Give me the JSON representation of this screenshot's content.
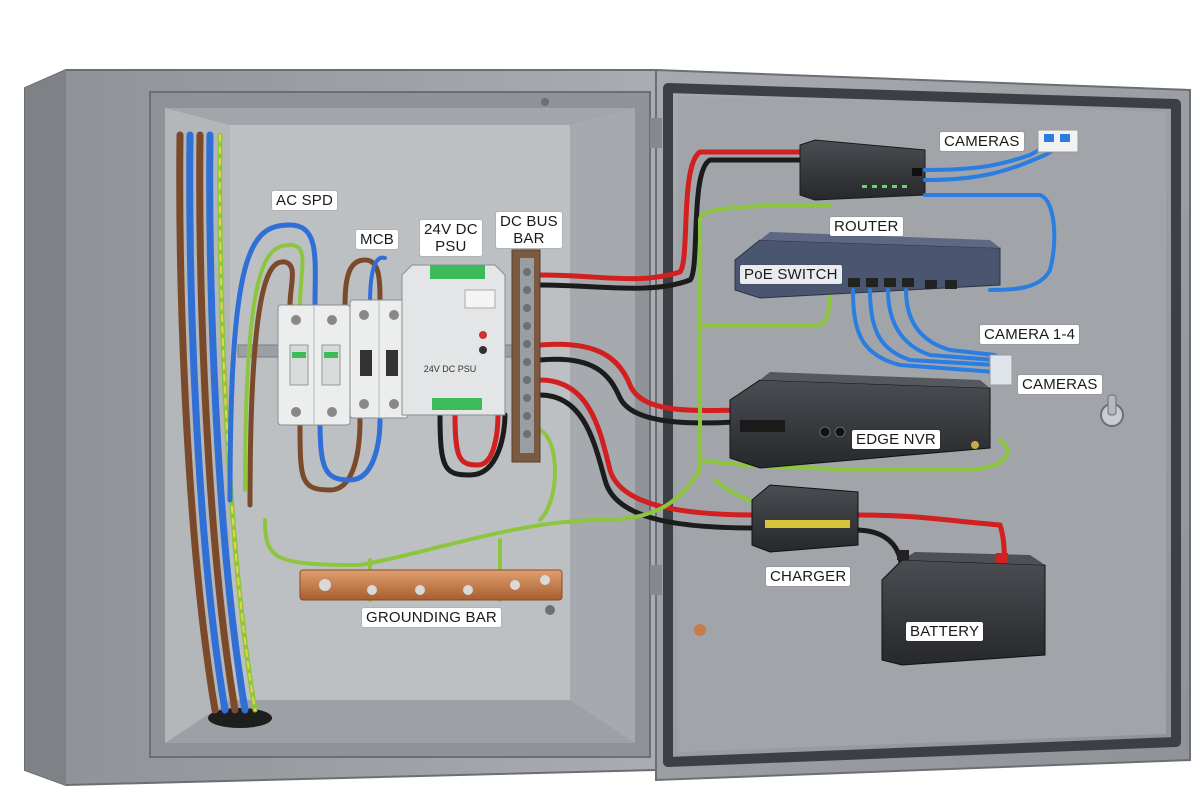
{
  "labels": {
    "ac_spd": "AC SPD",
    "mcb": "MCB",
    "psu": "24V DC\nPSU",
    "dc_bus_bar": "DC BUS\nBAR",
    "cameras_top": "CAMERAS",
    "router": "ROUTER",
    "poe_switch": "PoE SWITCH",
    "camera_1_4": "CAMERA 1-4",
    "cameras_mid": "CAMERAS",
    "edge_nvr": "EDGE NVR",
    "charger": "CHARGER",
    "battery": "BATTERY",
    "grounding_bar": "GROUNDING BAR"
  },
  "device_text": {
    "psu_face": "24V DC PSU"
  },
  "colors": {
    "enclosure": "#9fa3a8",
    "enclosure_dark": "#7d8186",
    "inner_panel": "#b7babd",
    "door": "#9a9ea3",
    "gasket": "#3c3f44",
    "wire_red": "#d21f1f",
    "wire_black": "#1c1c1c",
    "wire_blue": "#2f6fd6",
    "wire_brown": "#7a4a2a",
    "wire_green_yellow": "#8cc63f",
    "ethernet_blue": "#2a7de1",
    "copper": "#c77b4a"
  }
}
